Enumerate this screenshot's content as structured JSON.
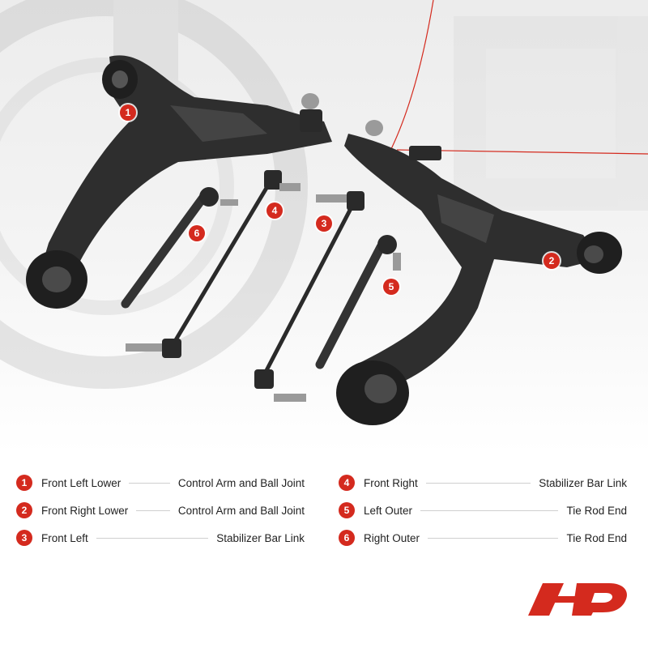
{
  "accent_color": "#d42a1e",
  "callouts": [
    "1",
    "2",
    "3",
    "4",
    "5",
    "6"
  ],
  "parts": [
    {
      "num": "1",
      "name": "Front Left Lower",
      "desc": "Control Arm and Ball Joint"
    },
    {
      "num": "2",
      "name": "Front Right Lower",
      "desc": "Control Arm and Ball Joint"
    },
    {
      "num": "3",
      "name": "Front Left",
      "desc": "Stabilizer Bar Link"
    },
    {
      "num": "4",
      "name": "Front Right",
      "desc": "Stabilizer Bar Link"
    },
    {
      "num": "5",
      "name": "Left Outer",
      "desc": "Tie Rod End"
    },
    {
      "num": "6",
      "name": "Right Outer",
      "desc": "Tie Rod End"
    }
  ],
  "logo": "brand-logo"
}
